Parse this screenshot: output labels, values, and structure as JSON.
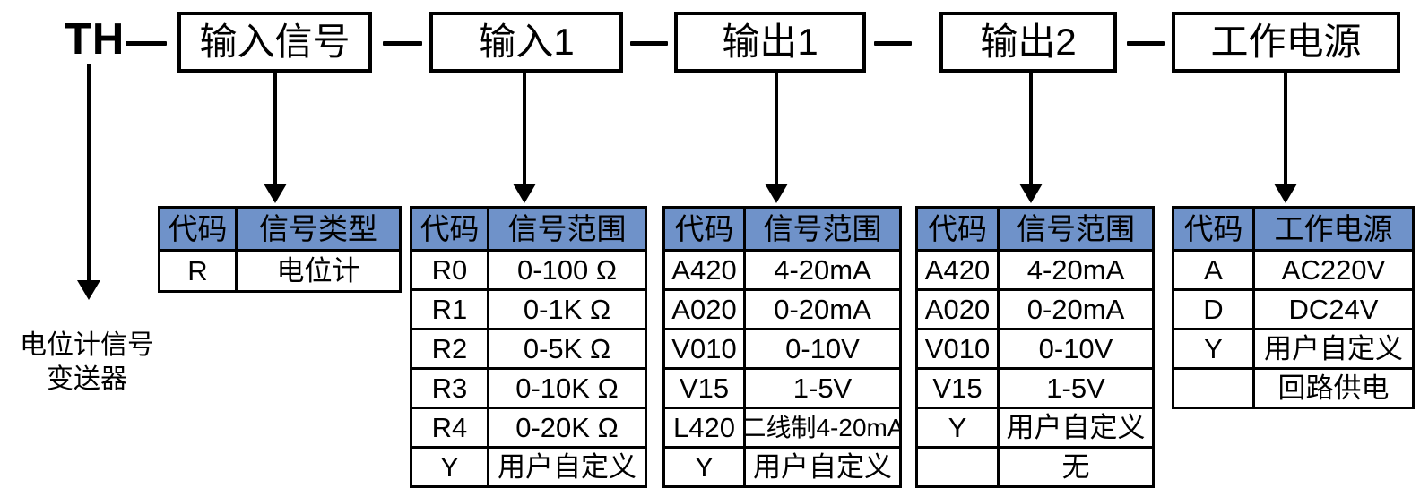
{
  "title_code": {
    "prefix": "TH",
    "separator": "—",
    "segments": [
      {
        "label": "输入信号"
      },
      {
        "label": "输入1"
      },
      {
        "label": "输出1"
      },
      {
        "label": "输出2"
      },
      {
        "label": "工作电源"
      }
    ]
  },
  "product_caption": "电位计信号\n变送器",
  "colors": {
    "header_blue": "#6f92c9",
    "border": "#000000",
    "background": "#ffffff"
  },
  "tables": [
    {
      "name": "input-signal-table",
      "headers": [
        "代码",
        "信号类型"
      ],
      "rows": [
        {
          "code": "R",
          "desc": "电位计"
        }
      ]
    },
    {
      "name": "input1-table",
      "headers": [
        "代码",
        "信号范围"
      ],
      "rows": [
        {
          "code": "R0",
          "desc": "0-100 Ω"
        },
        {
          "code": "R1",
          "desc": "0-1K Ω"
        },
        {
          "code": "R2",
          "desc": "0-5K Ω"
        },
        {
          "code": "R3",
          "desc": "0-10K Ω"
        },
        {
          "code": "R4",
          "desc": "0-20K Ω"
        },
        {
          "code": "Y",
          "desc": "用户自定义"
        }
      ]
    },
    {
      "name": "output1-table",
      "headers": [
        "代码",
        "信号范围"
      ],
      "rows": [
        {
          "code": "A420",
          "desc": "4-20mA"
        },
        {
          "code": "A020",
          "desc": "0-20mA"
        },
        {
          "code": "V010",
          "desc": "0-10V"
        },
        {
          "code": "V15",
          "desc": "1-5V"
        },
        {
          "code": "L420",
          "desc": "二线制4-20mA"
        },
        {
          "code": "Y",
          "desc": "用户自定义"
        }
      ]
    },
    {
      "name": "output2-table",
      "headers": [
        "代码",
        "信号范围"
      ],
      "rows": [
        {
          "code": "A420",
          "desc": "4-20mA"
        },
        {
          "code": "A020",
          "desc": "0-20mA"
        },
        {
          "code": "V010",
          "desc": "0-10V"
        },
        {
          "code": "V15",
          "desc": "1-5V"
        },
        {
          "code": "Y",
          "desc": "用户自定义"
        },
        {
          "code": "",
          "desc": "无"
        }
      ]
    },
    {
      "name": "power-supply-table",
      "headers": [
        "代码",
        "工作电源"
      ],
      "rows": [
        {
          "code": "A",
          "desc": "AC220V"
        },
        {
          "code": "D",
          "desc": "DC24V"
        },
        {
          "code": "Y",
          "desc": "用户自定义"
        },
        {
          "code": "",
          "desc": "回路供电"
        }
      ]
    }
  ]
}
